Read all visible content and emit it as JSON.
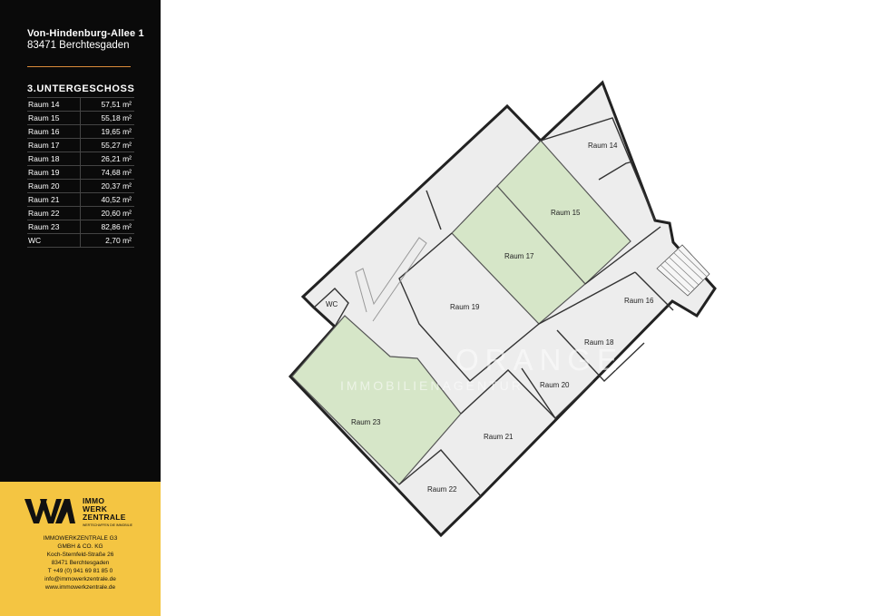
{
  "address": {
    "street": "Von-Hindenburg-Allee 1",
    "city": "83471 Berchtesgaden"
  },
  "floor": {
    "title": "3.UNTERGESCHOSS",
    "rooms": [
      {
        "name": "Raum 14",
        "area": "57,51 m²"
      },
      {
        "name": "Raum 15",
        "area": "55,18 m²"
      },
      {
        "name": "Raum 16",
        "area": "19,65 m²"
      },
      {
        "name": "Raum 17",
        "area": "55,27 m²"
      },
      {
        "name": "Raum 18",
        "area": "26,21 m²"
      },
      {
        "name": "Raum 19",
        "area": "74,68 m²"
      },
      {
        "name": "Raum 20",
        "area": "20,37 m²"
      },
      {
        "name": "Raum 21",
        "area": "40,52 m²"
      },
      {
        "name": "Raum 22",
        "area": "20,60 m²"
      },
      {
        "name": "Raum 23",
        "area": "82,86 m²"
      },
      {
        "name": "WC",
        "area": "2,70 m²"
      }
    ]
  },
  "brand": {
    "line1": "IMMO",
    "line2": "WERK",
    "line3": "ZENTRALE",
    "tagline": "WERTSCHAFFEN DIE IMMOBILIE"
  },
  "contact": {
    "company_1": "IMMOWERKZENTRALE G3",
    "company_2": "GMBH & CO. KG",
    "street": "Koch-Sternfeld-Straße 26",
    "city": "83471 Berchtesgaden",
    "phone": "T +49 (0) 941 69 81 85 0",
    "email": "info@immowerkzentrale.de",
    "web": "www.immowerkzentrale.de"
  },
  "plan_labels": {
    "r14": "Raum 14",
    "r15": "Raum 15",
    "r16": "Raum 16",
    "r17": "Raum 17",
    "r18": "Raum 18",
    "r19": "Raum 19",
    "r20": "Raum 20",
    "r21": "Raum 21",
    "r22": "Raum 22",
    "r23": "Raum 23",
    "wc": "WC"
  },
  "watermark": {
    "line1": "ORANGE",
    "line2": "IMMOBILIENAGENTUR"
  },
  "colors": {
    "sidebar": "#0a0a0a",
    "accent": "#d98a3a",
    "footer": "#f4c542",
    "highlight_room": "#d6e6c8",
    "floor_fill": "#ededed"
  }
}
